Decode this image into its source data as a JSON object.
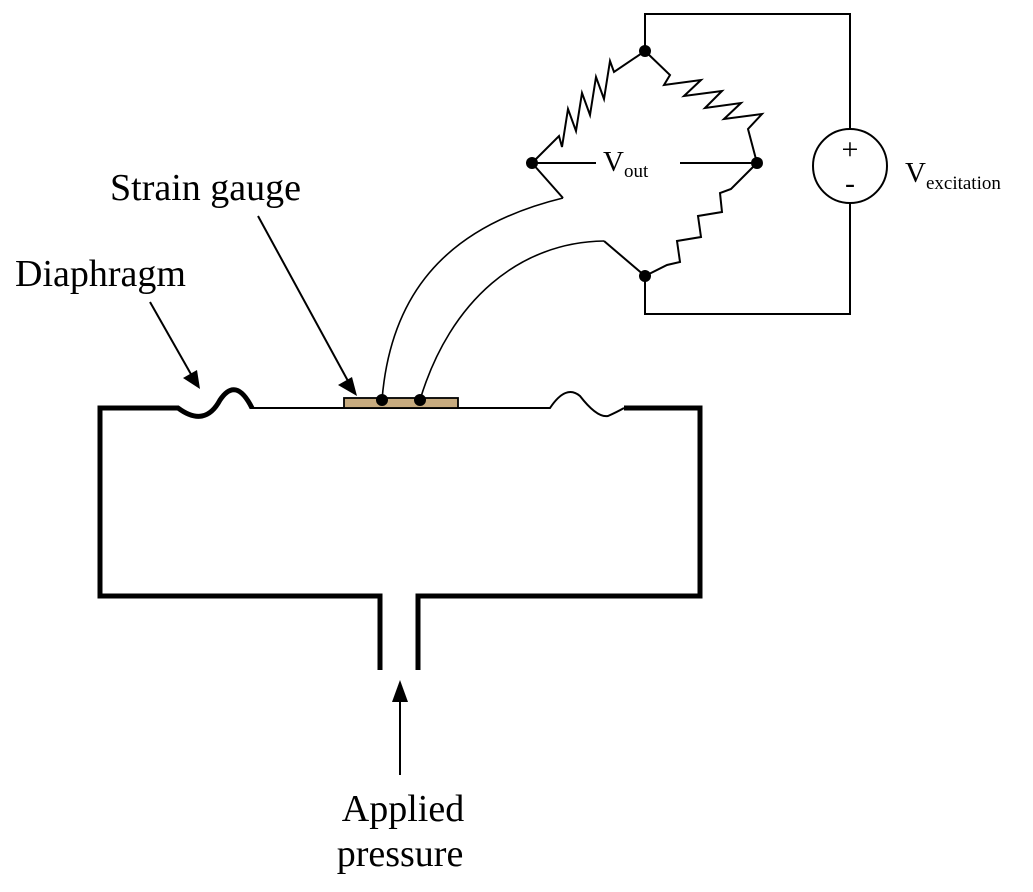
{
  "labels": {
    "strain_gauge": "Strain gauge",
    "diaphragm": "Diaphragm",
    "applied_pressure_line1": "Applied",
    "applied_pressure_line2": "pressure",
    "v_out_main": "V",
    "v_out_sub": "out",
    "v_excitation_main": "V",
    "v_excitation_sub": "excitation",
    "source_plus": "+",
    "source_minus": "-"
  },
  "colors": {
    "line": "#000000",
    "strain_gauge_fill": "#c7ab7f",
    "background": "#ffffff"
  }
}
